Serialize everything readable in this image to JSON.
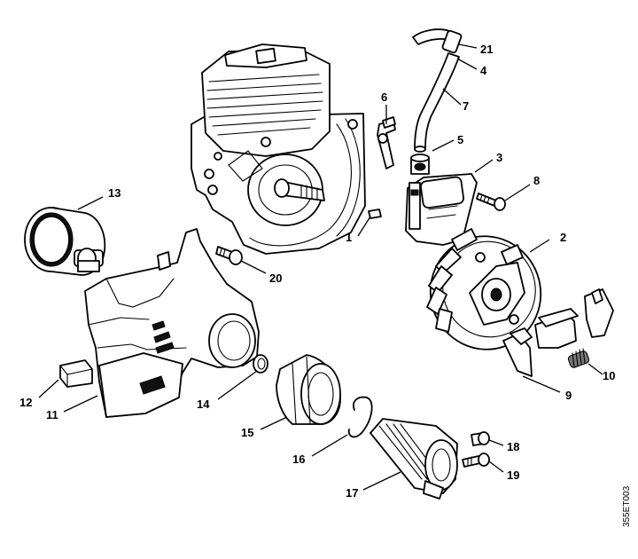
{
  "drawing_code": "355ET003",
  "callouts": [
    {
      "id": "1",
      "label": "1"
    },
    {
      "id": "2",
      "label": "2"
    },
    {
      "id": "3",
      "label": "3"
    },
    {
      "id": "4",
      "label": "4"
    },
    {
      "id": "5",
      "label": "5"
    },
    {
      "id": "6",
      "label": "6"
    },
    {
      "id": "7",
      "label": "7"
    },
    {
      "id": "8",
      "label": "8"
    },
    {
      "id": "9",
      "label": "9"
    },
    {
      "id": "10",
      "label": "10"
    },
    {
      "id": "11",
      "label": "11"
    },
    {
      "id": "12",
      "label": "12"
    },
    {
      "id": "13",
      "label": "13"
    },
    {
      "id": "14",
      "label": "14"
    },
    {
      "id": "15",
      "label": "15"
    },
    {
      "id": "16",
      "label": "16"
    },
    {
      "id": "17",
      "label": "17"
    },
    {
      "id": "18",
      "label": "18"
    },
    {
      "id": "19",
      "label": "19"
    },
    {
      "id": "20",
      "label": "20"
    },
    {
      "id": "21",
      "label": "21"
    }
  ]
}
